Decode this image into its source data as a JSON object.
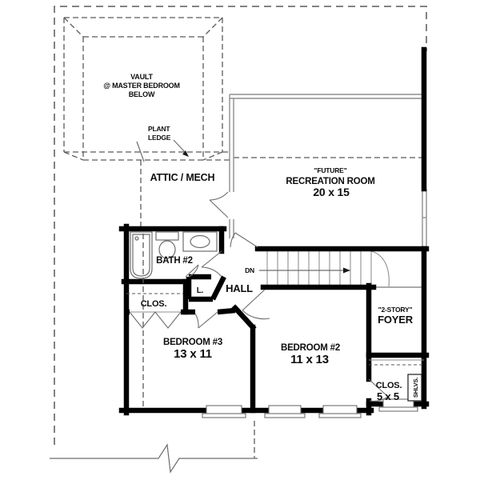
{
  "drawing": {
    "rooms": {
      "vault": {
        "line1": "VAULT",
        "line2": "@ MASTER BEDROOM",
        "line3": "BELOW"
      },
      "plant_ledge": {
        "line1": "PLANT",
        "line2": "LEDGE"
      },
      "attic": {
        "label": "ATTIC / MECH"
      },
      "recreation": {
        "qualifier": "\"FUTURE\"",
        "label": "RECREATION ROOM",
        "dims": "20 x 15"
      },
      "bath": {
        "label": "BATH #2"
      },
      "hall": {
        "label": "HALL"
      },
      "stairs": {
        "direction": "DN"
      },
      "closet_hall": {
        "label": "CLOS."
      },
      "linen": {
        "label": "L."
      },
      "bedroom3": {
        "label": "BEDROOM #3",
        "dims": "13 x 11"
      },
      "bedroom2": {
        "label": "BEDROOM #2",
        "dims": "11 x 13"
      },
      "foyer": {
        "qualifier": "\"2-STORY\"",
        "label": "FOYER"
      },
      "closet_small": {
        "label": "CLOS.",
        "dims": "5 x 5",
        "shelves": "SHLVS."
      }
    },
    "colors": {
      "wall": "#000000",
      "thin_wall": "#8f8f8f",
      "dashed": "#5a5a5a",
      "text": "#0d0d0d",
      "background": "#ffffff"
    }
  }
}
